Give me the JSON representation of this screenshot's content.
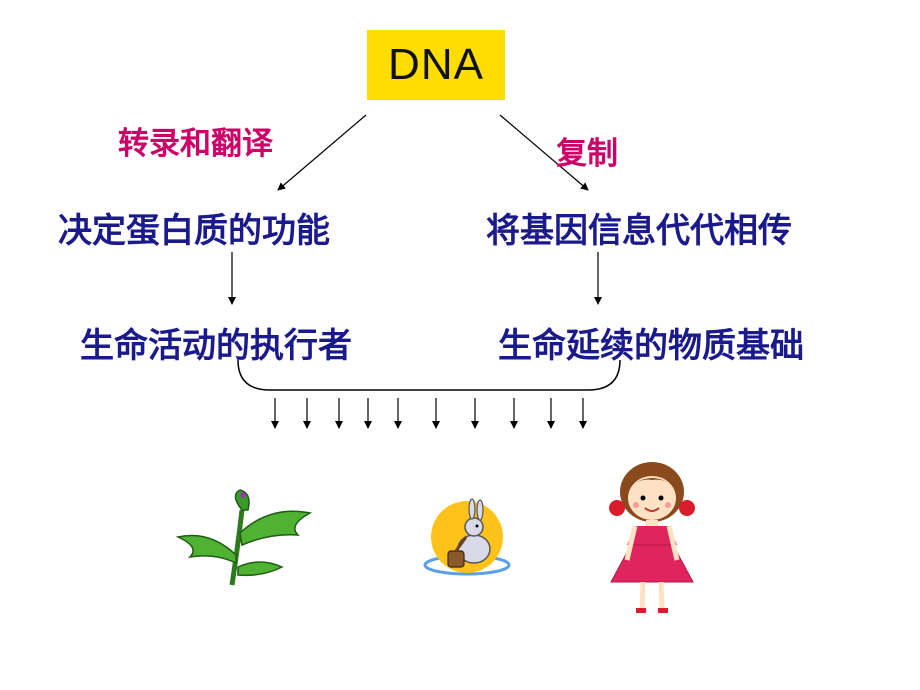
{
  "root": {
    "label": "DNA",
    "color": "#ffdd00"
  },
  "edges": {
    "left": "转录和翻译",
    "right": "复制"
  },
  "left_branch": {
    "function": "决定蛋白质的功能",
    "role": "生命活动的执行者"
  },
  "right_branch": {
    "function": "将基因信息代代相传",
    "role": "生命延续的物质基础"
  },
  "colors": {
    "edge_label": "#cc0066",
    "node_text": "#1a1a8c"
  },
  "pictures": [
    "plant-illustration",
    "rabbit-illustration",
    "girl-illustration"
  ]
}
